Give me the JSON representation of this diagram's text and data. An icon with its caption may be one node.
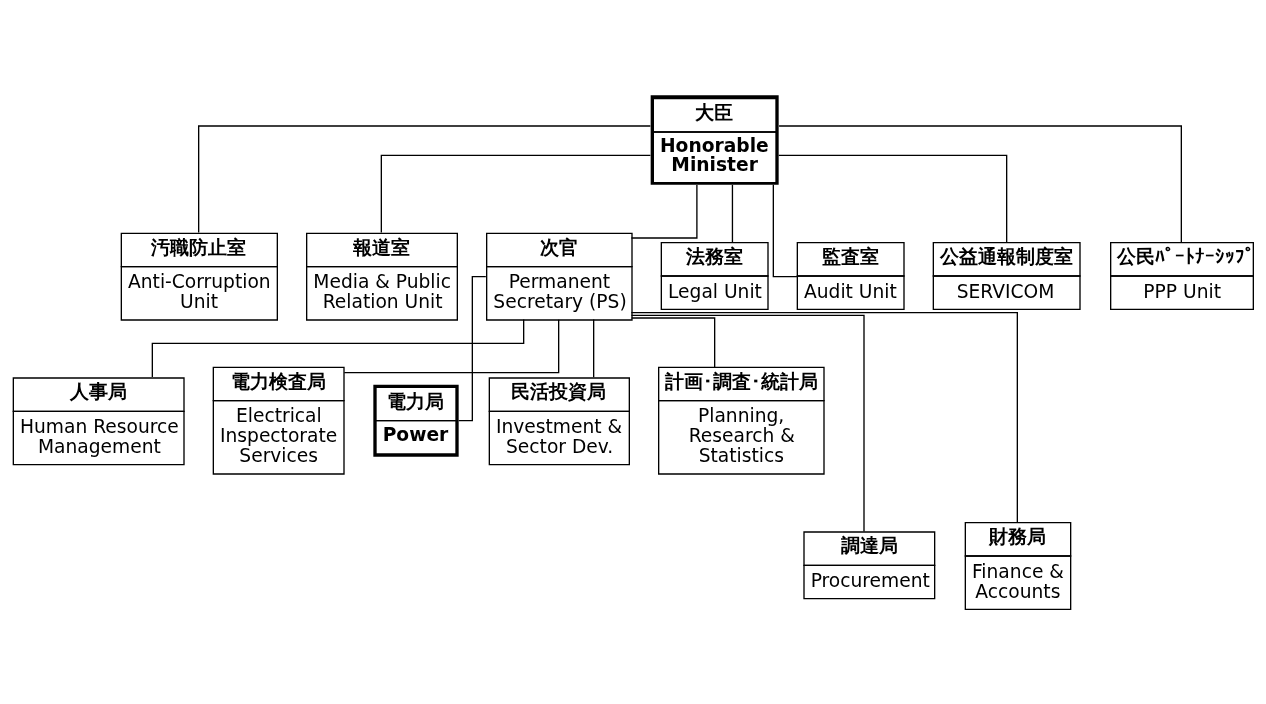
{
  "diagram": {
    "nodes": [
      {
        "text": [
          "大臣",
          "Honorable Minister"
        ]
      },
      {
        "text": [
          "汚職防止室",
          "Anti-Corruption Unit"
        ]
      },
      {
        "text": [
          "報道室",
          "Media & Public Relation Unit"
        ]
      },
      {
        "text": [
          "次官",
          "Permanent Secretary (PS)"
        ]
      },
      {
        "text": [
          "法務室",
          "Legal Unit"
        ]
      },
      {
        "text": [
          "監査室",
          "Audit Unit"
        ]
      },
      {
        "text": [
          "公益通報制度室",
          "SERVICOM"
        ]
      },
      {
        "text": [
          "公民ﾊﾟｰﾄﾅｰｼｯﾌﾟ",
          "PPP Unit"
        ]
      },
      {
        "text": [
          "人事局",
          "Human Resource Management"
        ]
      },
      {
        "text": [
          "電力検査局",
          "Electrical Inspectorate Services"
        ]
      },
      {
        "text": [
          "電力局",
          "Power"
        ]
      },
      {
        "text": [
          "民活投資局",
          "Investment & Sector Dev."
        ]
      },
      {
        "text": [
          "計画･調査･統計局",
          "Planning, Research & Statistics"
        ]
      },
      {
        "text": [
          "調達局",
          "Procurement"
        ]
      },
      {
        "text": [
          "財務局",
          "Finance & Accounts"
        ]
      }
    ],
    "edges": [
      {
        "from": 0,
        "to": 1,
        "arrow": "none"
      },
      {
        "from": 0,
        "to": 2,
        "arrow": "none"
      },
      {
        "from": 0,
        "to": 3,
        "arrow": "none"
      },
      {
        "from": 0,
        "to": 4,
        "arrow": "none"
      },
      {
        "from": 0,
        "to": 5,
        "arrow": "none"
      },
      {
        "from": 0,
        "to": 6,
        "arrow": "none"
      },
      {
        "from": 0,
        "to": 7,
        "arrow": "none"
      },
      {
        "from": 3,
        "to": 8,
        "arrow": "none"
      },
      {
        "from": 3,
        "to": 9,
        "arrow": "none"
      },
      {
        "from": 3,
        "to": 10,
        "arrow": "none"
      },
      {
        "from": 3,
        "to": 11,
        "arrow": "none"
      },
      {
        "from": 3,
        "to": 12,
        "arrow": "none"
      },
      {
        "from": 3,
        "to": 13,
        "arrow": "none"
      },
      {
        "from": 3,
        "to": 14,
        "arrow": "none"
      }
    ]
  }
}
